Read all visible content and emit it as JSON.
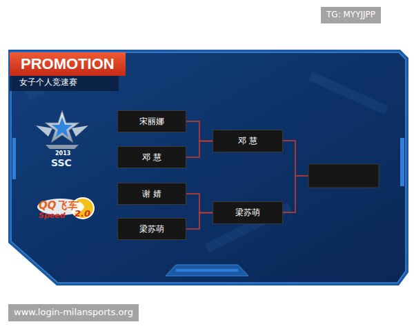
{
  "diagram": {
    "title": "PROMOTION",
    "nodes": [
      {
        "text": [
          "宋丽娜"
        ]
      },
      {
        "text": [
          "邓 慧"
        ]
      },
      {
        "text": [
          "谢 婧"
        ]
      },
      {
        "text": [
          "梁苏萌"
        ]
      },
      {
        "text": [
          "邓 慧"
        ]
      },
      {
        "text": [
          "梁苏萌"
        ]
      }
    ],
    "edges": [
      {
        "from": 0,
        "to": 4,
        "arrow": "none"
      },
      {
        "from": 1,
        "to": 4,
        "arrow": "none"
      },
      {
        "from": 2,
        "to": 5,
        "arrow": "none"
      },
      {
        "from": 3,
        "to": 5,
        "arrow": "none"
      }
    ],
    "labels": [
      "女子个人竞速赛",
      "2013",
      "SSC",
      "QQ飞车",
      "Speed",
      "2.0",
      "TG: MYYJJPP",
      "www.login-milansports.org"
    ]
  }
}
